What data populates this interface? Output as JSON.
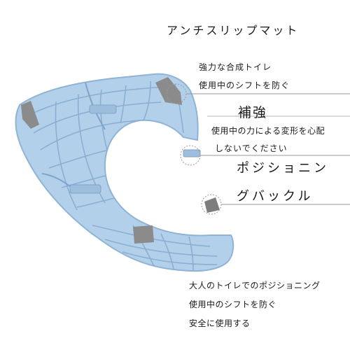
{
  "title": "アンチスリップマット",
  "feature_strength": {
    "line1": "強力な合成トイレ",
    "line2": "使用中のシフトを防ぐ"
  },
  "feature_reinforce": {
    "heading": "補強",
    "line1": "使用中の力による変形を心配",
    "line2": "しないでください"
  },
  "feature_positioning": {
    "heading_line1": "ポジショニン",
    "heading_line2": "グバックル"
  },
  "bottom_notes": [
    "大人のトイレでのポジショニング",
    "使用中のシフトを防ぐ",
    "安全に使用する"
  ],
  "colors": {
    "seat_fill": "#b3d0ea",
    "seat_edge": "#8fb3d6",
    "seat_rib": "#7fa3c9",
    "grip_pad": "#8b8b8b",
    "callout_line": "#9a9a9a",
    "text": "#1a1a1a"
  },
  "product": {
    "name": "foldable-potty-seat",
    "color_name": "light-blue"
  }
}
